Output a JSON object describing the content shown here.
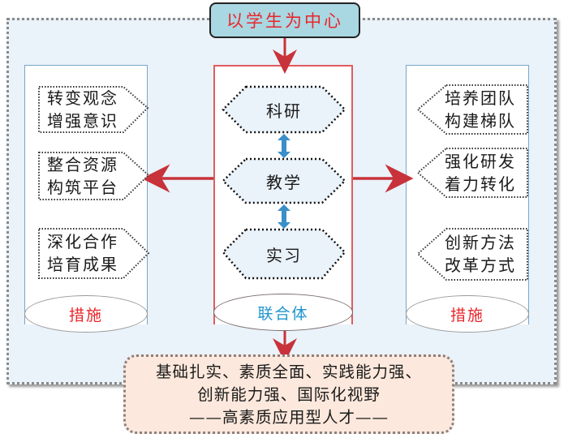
{
  "center_title": "以学生为中心",
  "left_column": {
    "label": "措施",
    "items": [
      {
        "line1": "转变观念",
        "line2": "增强意识"
      },
      {
        "line1": "整合资源",
        "line2": "构筑平台"
      },
      {
        "line1": "深化合作",
        "line2": "培育成果"
      }
    ]
  },
  "center_column": {
    "label": "联合体",
    "items": [
      "科研",
      "教学",
      "实习"
    ]
  },
  "right_column": {
    "label": "措施",
    "items": [
      {
        "line1": "培养团队",
        "line2": "构建梯队"
      },
      {
        "line1": "强化研发",
        "line2": "着力转化"
      },
      {
        "line1": "创新方法",
        "line2": "改革方式"
      }
    ]
  },
  "outcome": {
    "line1": "基础扎实、素质全面、实践能力强、",
    "line2": "创新能力强、国际化视野",
    "line3": "——高素质应用型人才——"
  },
  "colors": {
    "title_text": "#e8262b",
    "title_bg": "#a9d7e2",
    "arrow_red": "#c8323a",
    "arrow_blue": "#3a8fc8",
    "center_border": "#e05b60",
    "side_border": "#7aa6c8",
    "label_blue": "#1f95cf",
    "outcome_bg": "#fce8dc",
    "frame_bg": "#eaf2fa"
  }
}
